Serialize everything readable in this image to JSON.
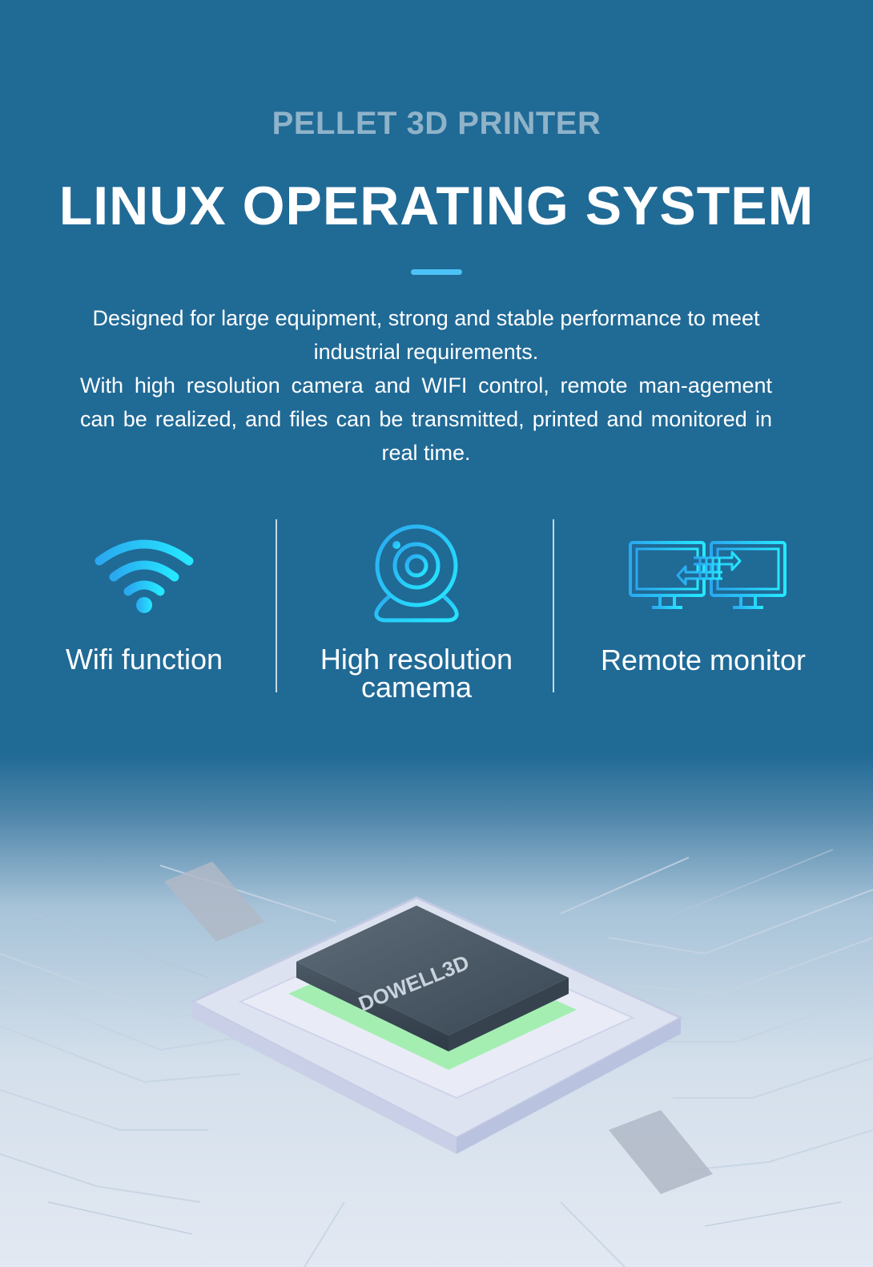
{
  "header": {
    "eyebrow": "PELLET 3D PRINTER",
    "title": "LINUX OPERATING SYSTEM"
  },
  "description": {
    "paragraphs": [
      "Designed for large equipment, strong and stable performance to meet industrial requirements.",
      "With high resolution camera and WIFI control, remote man-agement can be realized, and files can be transmitted, printed and monitored in real time."
    ]
  },
  "features": [
    {
      "icon": "wifi-icon",
      "label": "Wifi function"
    },
    {
      "icon": "webcam-icon",
      "label_line1": "High resolution",
      "label_line2": "camema"
    },
    {
      "icon": "dual-monitor-icon",
      "label": "Remote monitor"
    }
  ],
  "chip": {
    "logo_text": "DOWELL3D"
  },
  "colors": {
    "background": "#206a96",
    "accent": "#4cc3f6",
    "icon_gradient_start": "#2aa8f0",
    "icon_gradient_end": "#25e8ff"
  }
}
